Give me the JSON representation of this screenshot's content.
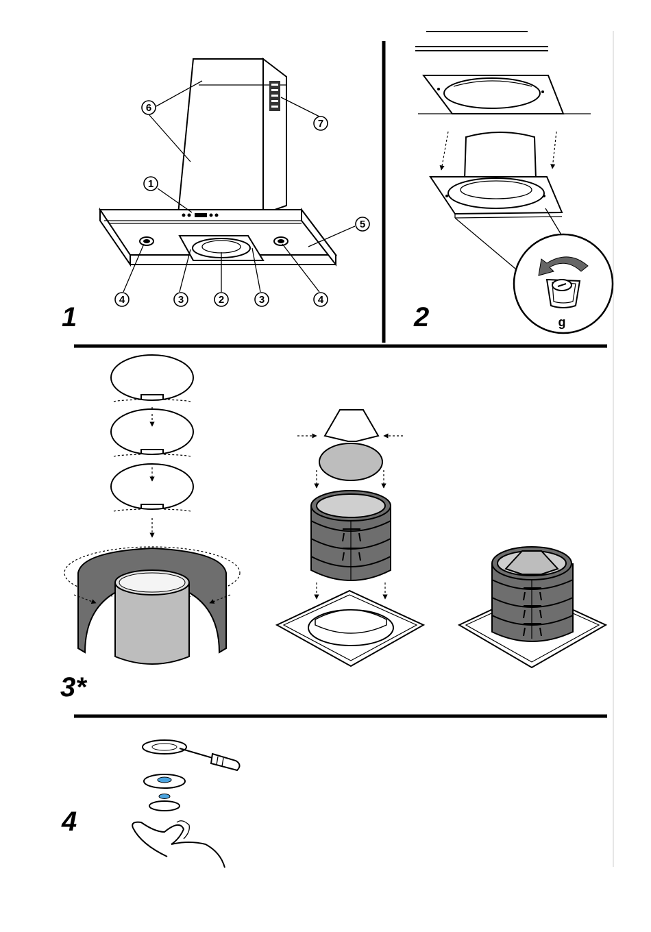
{
  "panels": [
    {
      "id": "panel-1",
      "number": "1"
    },
    {
      "id": "panel-2",
      "number": "2"
    },
    {
      "id": "panel-3",
      "number": "3*"
    },
    {
      "id": "panel-4",
      "number": "4"
    }
  ],
  "callouts": {
    "c1": "1",
    "c2": "2",
    "c3a": "3",
    "c3b": "3",
    "c4a": "4",
    "c4b": "4",
    "c5": "5",
    "c6": "6",
    "c7": "7"
  },
  "detail_label": "g",
  "colors": {
    "line": "#000000",
    "panel_gray": "#6e6e6e",
    "filter_gray": "#bdbdbd",
    "dark_gray": "#555555",
    "accent_blue": "#4aa3df"
  },
  "icons": [
    "rotate-arrow-icon",
    "screwdriver-icon",
    "hand-icon"
  ]
}
